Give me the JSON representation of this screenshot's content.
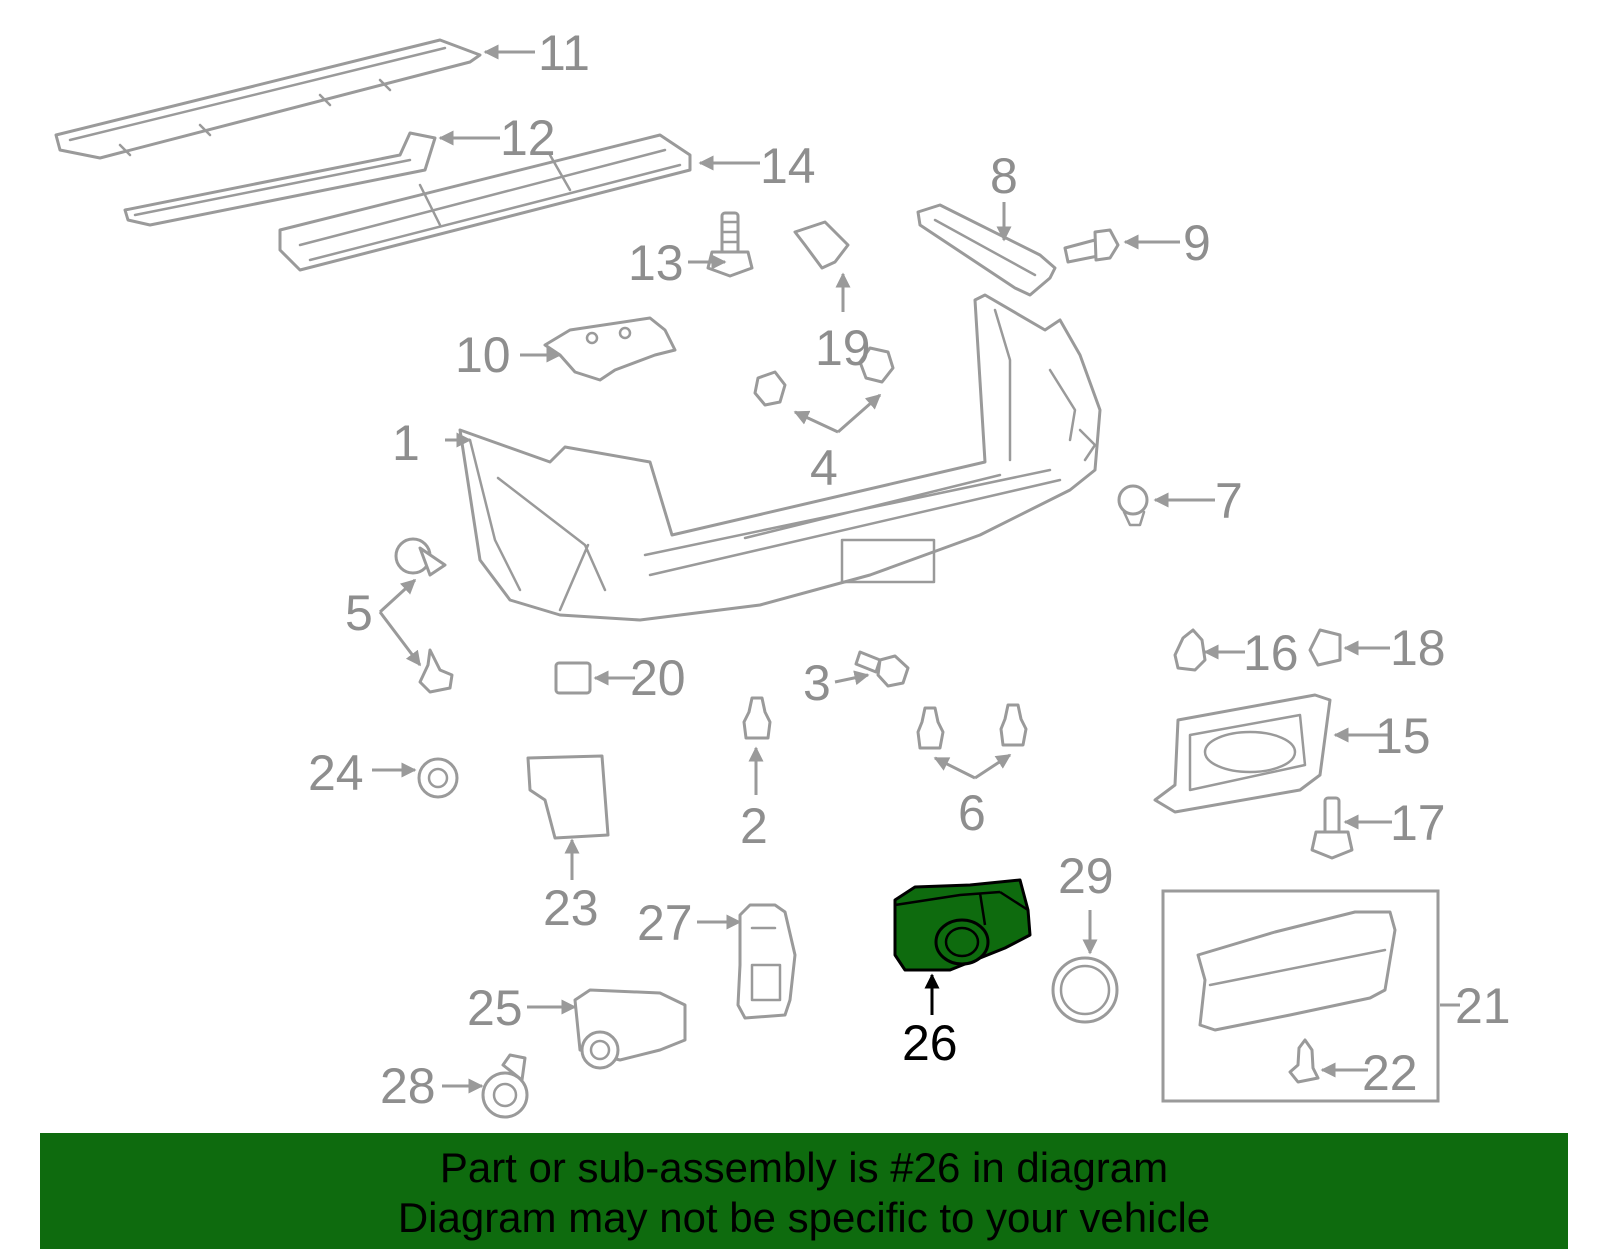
{
  "diagram": {
    "labels": [
      "1",
      "2",
      "3",
      "4",
      "5",
      "6",
      "7",
      "8",
      "9",
      "10",
      "11",
      "12",
      "13",
      "14",
      "15",
      "16",
      "17",
      "18",
      "19",
      "20",
      "21",
      "22",
      "23",
      "24",
      "25",
      "26",
      "27",
      "28",
      "29"
    ],
    "highlighted_part": "26",
    "colors": {
      "highlight": "#0e6b0e",
      "line": "#9a9a9a",
      "label": "#8e8e8e",
      "highlight_label": "#000000"
    }
  },
  "banner": {
    "line1": "Part or sub-assembly is #26 in diagram",
    "line2": "Diagram may not be specific to your vehicle"
  }
}
